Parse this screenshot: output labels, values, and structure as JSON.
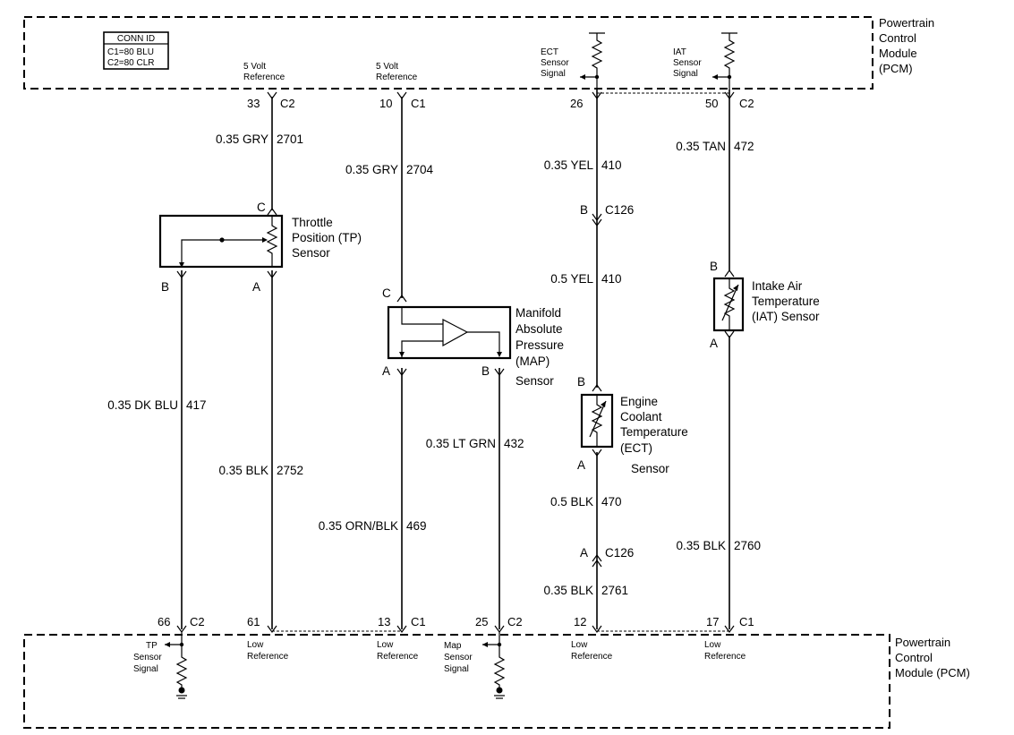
{
  "pcm": {
    "top_label": [
      "Powertrain",
      "Control",
      "Module",
      "(PCM)"
    ],
    "bottom_label": [
      "Powertrain",
      "Control",
      "Module (PCM)"
    ]
  },
  "conn_id": {
    "title": "CONN ID",
    "c1": "C1=80 BLU",
    "c2": "C2=80 CLR"
  },
  "top_signals": {
    "ref1": [
      "5 Volt",
      "Reference"
    ],
    "ref2": [
      "5 Volt",
      "Reference"
    ],
    "ect": [
      "ECT",
      "Sensor",
      "Signal"
    ],
    "iat": [
      "IAT",
      "Sensor",
      "Signal"
    ]
  },
  "top_pins": [
    {
      "num": "33",
      "conn": "C2"
    },
    {
      "num": "10",
      "conn": "C1"
    },
    {
      "num": "26",
      "conn": ""
    },
    {
      "num": "50",
      "conn": "C2"
    }
  ],
  "wires": {
    "w2701": {
      "gauge": "0.35 GRY",
      "circuit": "2701"
    },
    "w2704": {
      "gauge": "0.35 GRY",
      "circuit": "2704"
    },
    "w410a": {
      "gauge": "0.35 YEL",
      "circuit": "410"
    },
    "w472": {
      "gauge": "0.35 TAN",
      "circuit": "472"
    },
    "w410b": {
      "gauge": "0.5 YEL",
      "circuit": "410"
    },
    "w417": {
      "gauge": "0.35 DK BLU",
      "circuit": "417"
    },
    "w2752": {
      "gauge": "0.35 BLK",
      "circuit": "2752"
    },
    "w432": {
      "gauge": "0.35 LT GRN",
      "circuit": "432"
    },
    "w469": {
      "gauge": "0.35 ORN/BLK",
      "circuit": "469"
    },
    "w470": {
      "gauge": "0.5 BLK",
      "circuit": "470"
    },
    "w2760": {
      "gauge": "0.35 BLK",
      "circuit": "2760"
    },
    "w2761": {
      "gauge": "0.35 BLK",
      "circuit": "2761"
    }
  },
  "connectors": {
    "c126_top": {
      "pin": "B",
      "name": "C126"
    },
    "c126_bot": {
      "pin": "A",
      "name": "C126"
    }
  },
  "tp_sensor": {
    "label": [
      "Throttle",
      "Position (TP)",
      "Sensor"
    ],
    "pin_c": "C",
    "pin_b": "B",
    "pin_a": "A"
  },
  "map_sensor": {
    "label": [
      "Manifold",
      "Absolute",
      "Pressure",
      "(MAP)",
      "Sensor"
    ],
    "pin_c": "C",
    "pin_a": "A",
    "pin_b": "B"
  },
  "iat_sensor": {
    "label": [
      "Intake Air",
      "Temperature",
      "(IAT) Sensor"
    ],
    "pin_b": "B",
    "pin_a": "A"
  },
  "ect_sensor": {
    "label": [
      "Engine",
      "Coolant",
      "Temperature",
      "(ECT)",
      "Sensor"
    ],
    "pin_b": "B",
    "pin_a": "A"
  },
  "bottom_pins": [
    {
      "num": "66",
      "conn": "C2"
    },
    {
      "num": "61",
      "conn": ""
    },
    {
      "num": "13",
      "conn": "C1"
    },
    {
      "num": "25",
      "conn": "C2"
    },
    {
      "num": "12",
      "conn": ""
    },
    {
      "num": "17",
      "conn": "C1"
    }
  ],
  "bottom_signals": {
    "tp": [
      "TP",
      "Sensor",
      "Signal"
    ],
    "low1": [
      "Low",
      "Reference"
    ],
    "low2": [
      "Low",
      "Reference"
    ],
    "map": [
      "Map",
      "Sensor",
      "Signal"
    ],
    "low3": [
      "Low",
      "Reference"
    ],
    "low4": [
      "Low",
      "Reference"
    ]
  }
}
